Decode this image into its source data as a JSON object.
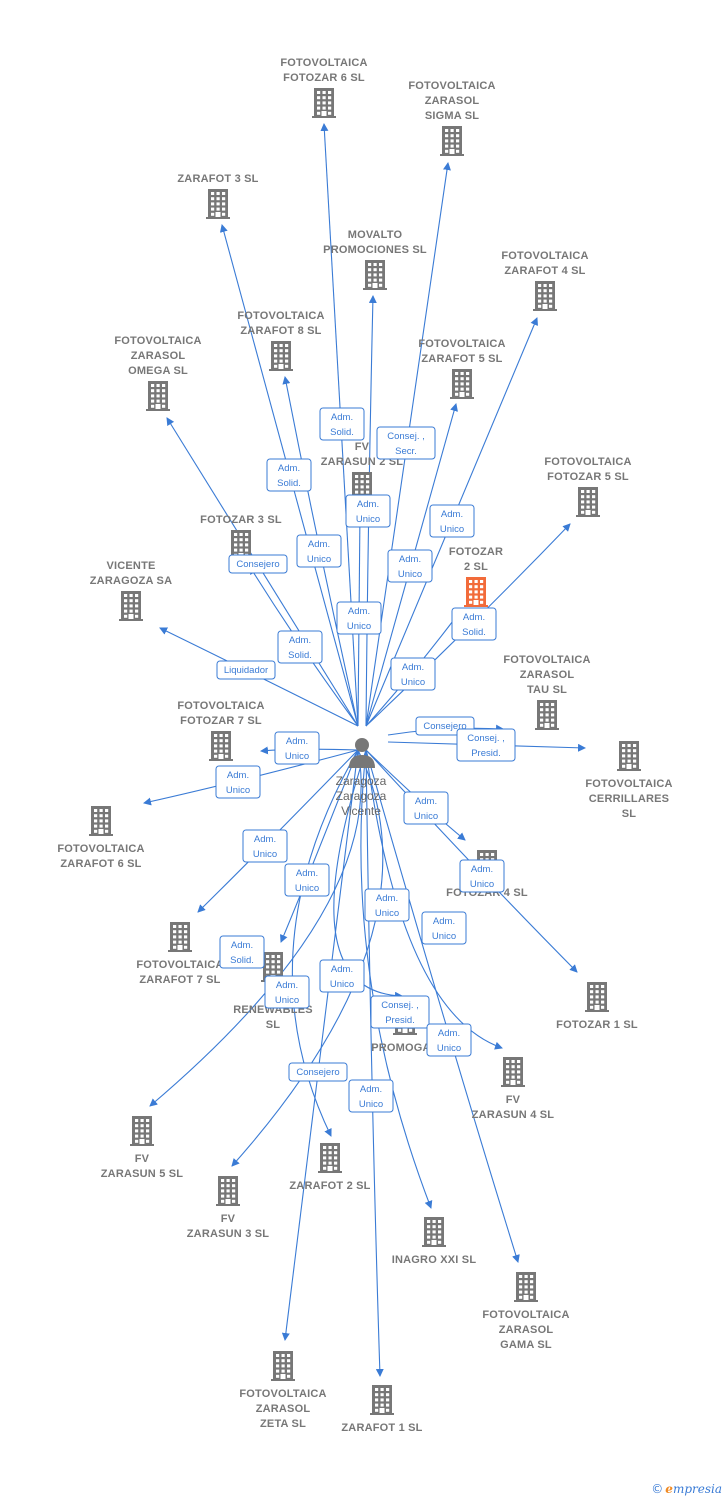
{
  "center": {
    "label": [
      "Zaragoza",
      "Zaragoza",
      "Vicente"
    ]
  },
  "colors": {
    "edge": "#3a7bd5",
    "building": "#777777",
    "highlight": "#f26b3a"
  },
  "nodes": [
    {
      "id": "fotozar6",
      "lines": [
        "FOTOVOLTAICA",
        "FOTOZAR 6  SL"
      ],
      "label_pos": "above"
    },
    {
      "id": "zarasol_sigma",
      "lines": [
        "FOTOVOLTAICA",
        "ZARASOL",
        "SIGMA  SL"
      ],
      "label_pos": "above"
    },
    {
      "id": "zarafot3",
      "lines": [
        "ZARAFOT 3  SL"
      ],
      "label_pos": "above"
    },
    {
      "id": "movalto",
      "lines": [
        "MOVALTO",
        "PROMOCIONES SL"
      ],
      "label_pos": "above"
    },
    {
      "id": "zarafot4",
      "lines": [
        "FOTOVOLTAICA",
        "ZARAFOT 4  SL"
      ],
      "label_pos": "above"
    },
    {
      "id": "zarafot8",
      "lines": [
        "FOTOVOLTAICA",
        "ZARAFOT 8  SL"
      ],
      "label_pos": "above"
    },
    {
      "id": "zarasol_omega",
      "lines": [
        "FOTOVOLTAICA",
        "ZARASOL",
        "OMEGA  SL"
      ],
      "label_pos": "above"
    },
    {
      "id": "zarafot5",
      "lines": [
        "FOTOVOLTAICA",
        "ZARAFOT 5  SL"
      ],
      "label_pos": "above"
    },
    {
      "id": "fv_zarasun",
      "lines": [
        "FV",
        "ZARASUN 2  SL"
      ],
      "label_pos": "above"
    },
    {
      "id": "fotozar5",
      "lines": [
        "FOTOVOLTAICA",
        "FOTOZAR 5  SL"
      ],
      "label_pos": "above"
    },
    {
      "id": "fotozar3",
      "lines": [
        "FOTOZAR 3  SL"
      ],
      "label_pos": "above"
    },
    {
      "id": "fotozar2",
      "lines": [
        "FOTOZAR",
        "2  SL"
      ],
      "label_pos": "above",
      "highlight": true
    },
    {
      "id": "vicente_zaragoza",
      "lines": [
        "VICENTE",
        "ZARAGOZA SA"
      ],
      "label_pos": "above"
    },
    {
      "id": "zarasol_tau",
      "lines": [
        "FOTOVOLTAICA",
        "ZARASOL",
        "TAU  SL"
      ],
      "label_pos": "above"
    },
    {
      "id": "fotozar7",
      "lines": [
        "FOTOVOLTAICA",
        "FOTOZAR 7  SL"
      ],
      "label_pos": "above"
    },
    {
      "id": "cerrillares",
      "lines": [
        "FOTOVOLTAICA",
        "CERRILLARES",
        "SL"
      ],
      "label_pos": "below"
    },
    {
      "id": "zarafot6",
      "lines": [
        "FOTOVOLTAICA",
        "ZARAFOT 6  SL"
      ],
      "label_pos": "below"
    },
    {
      "id": "fotozar4",
      "lines": [
        "FOTOZAR 4  SL"
      ],
      "label_pos": "below"
    },
    {
      "id": "zarafot7",
      "lines": [
        "FOTOVOLTAICA",
        "ZARAFOT 7  SL"
      ],
      "label_pos": "below"
    },
    {
      "id": "renewables",
      "lines": [
        "V",
        "RENEWABLES",
        "SL"
      ],
      "label_pos": "below"
    },
    {
      "id": "fotozar1",
      "lines": [
        "FOTOZAR 1  SL"
      ],
      "label_pos": "below"
    },
    {
      "id": "promogar",
      "lines": [
        "PROMOGAR"
      ],
      "label_pos": "below"
    },
    {
      "id": "fv_zarasun4",
      "lines": [
        "FV",
        "ZARASUN 4  SL"
      ],
      "label_pos": "below"
    },
    {
      "id": "fv_zarasun5",
      "lines": [
        "FV",
        "ZARASUN 5  SL"
      ],
      "label_pos": "below"
    },
    {
      "id": "zarafot2",
      "lines": [
        "ZARAFOT 2  SL"
      ],
      "label_pos": "below"
    },
    {
      "id": "fv_zarasun3",
      "lines": [
        "FV",
        "ZARASUN 3  SL"
      ],
      "label_pos": "below"
    },
    {
      "id": "inagro",
      "lines": [
        "INAGRO XXI SL"
      ],
      "label_pos": "below"
    },
    {
      "id": "zarasol_gama",
      "lines": [
        "FOTOVOLTAICA",
        "ZARASOL",
        "GAMA  SL"
      ],
      "label_pos": "below"
    },
    {
      "id": "zarasol_zeta",
      "lines": [
        "FOTOVOLTAICA",
        "ZARASOL",
        "ZETA  SL"
      ],
      "label_pos": "below"
    },
    {
      "id": "zarafot1",
      "lines": [
        "ZARAFOT 1  SL"
      ],
      "label_pos": "below"
    }
  ],
  "edges": [
    {
      "to": "fotozar6",
      "label": [
        "Adm.",
        "Solid."
      ]
    },
    {
      "to": "zarasol_sigma",
      "label": [
        "Consej. ,",
        "Secr."
      ]
    },
    {
      "to": "zarafot3",
      "label": [
        "Adm.",
        "Solid."
      ]
    },
    {
      "to": "movalto",
      "label": [
        "Adm.",
        "Unico"
      ]
    },
    {
      "to": "zarafot4",
      "label": [
        "Adm.",
        "Unico"
      ]
    },
    {
      "to": "zarafot8",
      "label": [
        "Adm.",
        "Unico"
      ]
    },
    {
      "to": "zarasol_omega",
      "label": [
        "Consejero"
      ]
    },
    {
      "to": "zarafot5",
      "label": [
        "Adm.",
        "Unico"
      ]
    },
    {
      "to": "fv_zarasun",
      "label": [
        "Adm.",
        "Unico"
      ]
    },
    {
      "to": "fotozar5",
      "label": [
        "Adm.",
        "Solid."
      ]
    },
    {
      "to": "fotozar3",
      "label": [
        "Adm.",
        "Solid."
      ]
    },
    {
      "to": "fotozar2",
      "label": [
        "Adm.",
        "Unico"
      ]
    },
    {
      "to": "vicente_zaragoza",
      "label": [
        "Liquidador"
      ]
    },
    {
      "to": "zarasol_tau",
      "label": [
        "Consejero"
      ]
    },
    {
      "to": "cerrillares",
      "label": [
        "Consej. ,",
        "Presid."
      ]
    },
    {
      "to": "fotozar7",
      "label": [
        "Adm.",
        "Unico"
      ]
    },
    {
      "to": "zarafot6",
      "label": [
        "Adm.",
        "Unico"
      ]
    },
    {
      "to": "fotozar4",
      "label": [
        "Adm.",
        "Unico"
      ]
    },
    {
      "to": "fotozar1",
      "label": [
        "Adm.",
        "Unico"
      ]
    },
    {
      "to": "zarafot7",
      "label": [
        "Adm.",
        "Unico"
      ]
    },
    {
      "to": "renewables",
      "label": [
        "Adm.",
        "Unico"
      ]
    },
    {
      "to": "fv_zarasun5",
      "label": [
        "Adm.",
        "Unico"
      ]
    },
    {
      "to": "fv_zarasun3",
      "label": [
        "Adm.",
        "Unico"
      ]
    },
    {
      "to": "promogar",
      "label": [
        "Adm.",
        "Unico"
      ]
    },
    {
      "to": "inagro",
      "label": [
        "Adm.",
        "Unico"
      ]
    },
    {
      "to": "zarafot2",
      "label": [
        "Adm.",
        "Solid."
      ]
    },
    {
      "to": "fv_zarasun4",
      "label": [
        "Consej. ,",
        "Presid."
      ]
    },
    {
      "to": "zarasol_gama",
      "label": [
        "Adm.",
        "Unico"
      ]
    },
    {
      "to": "zarasol_zeta",
      "label": [
        "Consejero"
      ]
    },
    {
      "to": "zarafot1",
      "label": [
        "Adm.",
        "Unico"
      ]
    }
  ],
  "footer": {
    "copyright": "©",
    "brand_initial": "e",
    "brand_rest": "mpresia"
  }
}
